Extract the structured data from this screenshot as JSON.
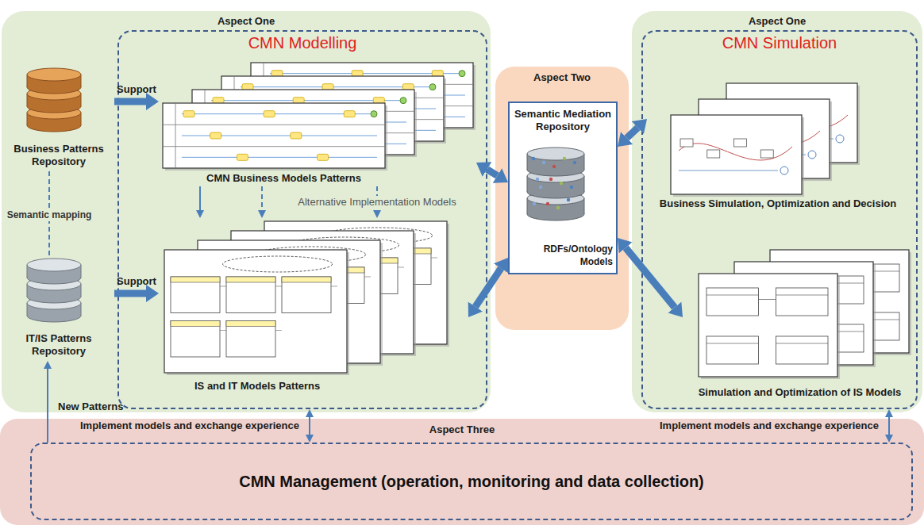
{
  "diagram": {
    "nodes": [
      {
        "text": [
          "Aspect One"
        ]
      },
      {
        "text": [
          "Business Patterns Repository"
        ],
        "in": 0
      },
      {
        "text": [
          "IT/IS Patterns Repository"
        ],
        "in": 0
      },
      {
        "text": [
          "CMN Modelling"
        ],
        "in": 0
      },
      {
        "text": [
          "CMN Business Models Patterns"
        ],
        "in": 3
      },
      {
        "text": [
          "IS and IT Models Patterns"
        ],
        "in": 3
      },
      {
        "text": [
          "Aspect Two"
        ]
      },
      {
        "text": [
          "Semantic Mediation Repository",
          "RDFs/Ontology Models"
        ],
        "in": 6
      },
      {
        "text": [
          "Aspect One"
        ]
      },
      {
        "text": [
          "CMN Simulation"
        ],
        "in": 8
      },
      {
        "text": [
          "Business Simulation, Optimization and Decision"
        ],
        "in": 9
      },
      {
        "text": [
          "Simulation and Optimization of IS Models"
        ],
        "in": 9
      },
      {
        "text": [
          "Aspect Three"
        ]
      },
      {
        "text": [
          "CMN Management (operation, monitoring and data collection)"
        ],
        "in": 12
      }
    ],
    "edges": [
      {
        "from": 1,
        "to": 4,
        "arrow": "to",
        "label": "Support"
      },
      {
        "from": 2,
        "to": 5,
        "arrow": "to",
        "label": "Support"
      },
      {
        "from": 1,
        "to": 2,
        "arrow": "none",
        "label": "Semantic mapping"
      },
      {
        "from": 4,
        "to": 5,
        "arrow": "to"
      },
      {
        "from": 4,
        "to": 5,
        "arrow": "to",
        "label": "Alternative Implementation Models"
      },
      {
        "from": 4,
        "to": 5,
        "arrow": "to"
      },
      {
        "from": 4,
        "to": 7,
        "arrow": "both"
      },
      {
        "from": 5,
        "to": 7,
        "arrow": "both"
      },
      {
        "from": 7,
        "to": 10,
        "arrow": "both"
      },
      {
        "from": 7,
        "to": 11,
        "arrow": "both"
      },
      {
        "from": 13,
        "to": 2,
        "arrow": "to",
        "label": "New Patterns"
      },
      {
        "from": 3,
        "to": 13,
        "arrow": "both",
        "label": "Implement models and exchange experience"
      },
      {
        "from": 9,
        "to": 13,
        "arrow": "both",
        "label": "Implement models and exchange experience"
      }
    ]
  }
}
